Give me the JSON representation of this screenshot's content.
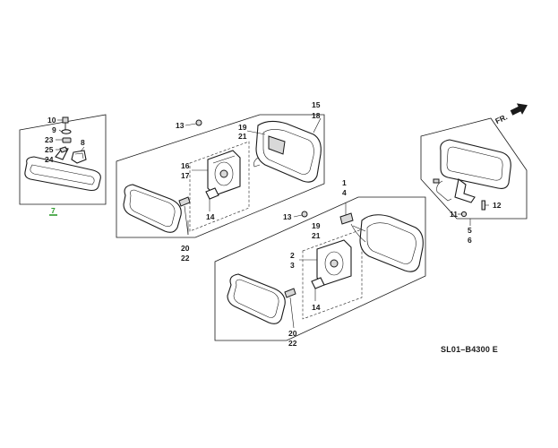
{
  "diagram_code": "SL01–B4300 E",
  "direction_marker": "FR.",
  "highlight_color": "#2e9b2e",
  "callouts": {
    "c7": "7",
    "c10": "10",
    "c9": "9",
    "c23": "23",
    "c25": "25",
    "c24": "24",
    "c8": "8",
    "c13a": "13",
    "c19a": "19",
    "c21a": "21",
    "c15": "15",
    "c18": "18",
    "c16": "16",
    "c17": "17",
    "c14a": "14",
    "c20a": "20",
    "c22a": "22",
    "c1": "1",
    "c4": "4",
    "c13b": "13",
    "c19b": "19",
    "c21b": "21",
    "c2": "2",
    "c3": "3",
    "c14b": "14",
    "c20b": "20",
    "c22b": "22",
    "c11": "11",
    "c12": "12",
    "c5": "5",
    "c6": "6"
  }
}
